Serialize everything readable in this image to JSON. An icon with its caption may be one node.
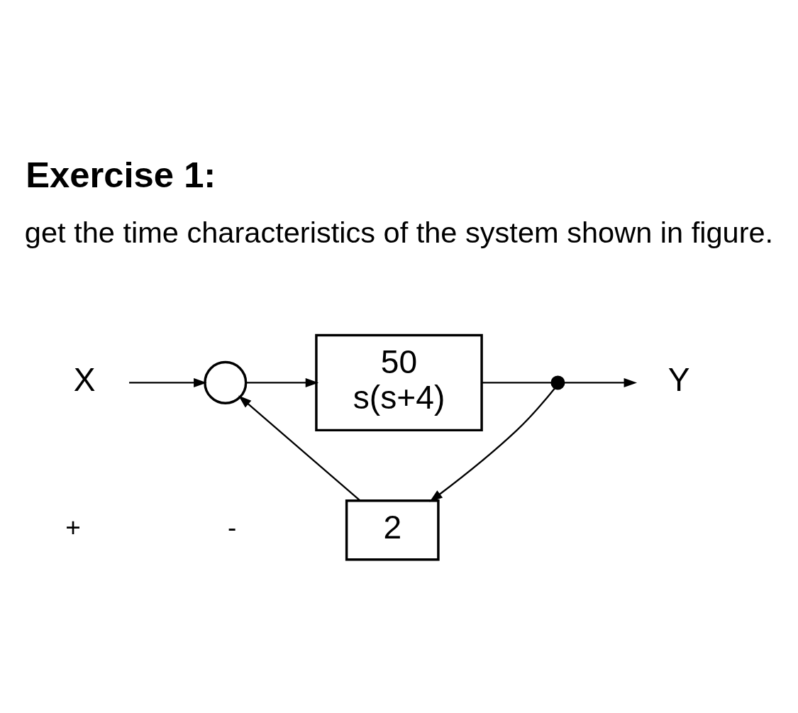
{
  "diagram": {
    "title": "Exercise 1:",
    "nodes": [
      {
        "text": [
          "X"
        ]
      },
      {
        "text": [],
        "shape": "circle"
      },
      {
        "text": [
          "50",
          "s(s+4)"
        ]
      },
      {
        "text": [],
        "shape": "dot"
      },
      {
        "text": [
          "Y"
        ]
      },
      {
        "text": [
          "2"
        ]
      }
    ],
    "edges": [
      {
        "from": 0,
        "to": 1,
        "arrow": "to"
      },
      {
        "from": 1,
        "to": 2,
        "arrow": "to"
      },
      {
        "from": 2,
        "to": 3,
        "arrow": "none"
      },
      {
        "from": 3,
        "to": 4,
        "arrow": "to"
      },
      {
        "from": 3,
        "to": 5,
        "arrow": "to"
      },
      {
        "from": 5,
        "to": 1,
        "arrow": "to"
      }
    ],
    "labels": [
      "get the time characteristics of the system shown in figure.",
      "+",
      "-"
    ]
  }
}
